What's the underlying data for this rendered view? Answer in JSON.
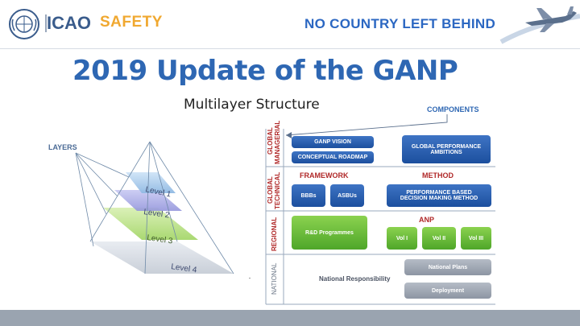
{
  "header": {
    "org": "ICAO",
    "program": "SAFETY",
    "slogan": "NO COUNTRY LEFT BEHIND"
  },
  "slide": {
    "title": "2019 Update of the GANP",
    "subtitle": "Multilayer Structure"
  },
  "pyramid": {
    "layers_label": "LAYERS",
    "levels": [
      "Level 1",
      "Level 2",
      "Level 3",
      "Level 4"
    ]
  },
  "rows": {
    "global_managerial": [
      "GLOBAL",
      "MANAGERIAL"
    ],
    "global_technical": [
      "GLOBAL",
      "TECHNICAL"
    ],
    "regional": "REGIONAL",
    "national": "NATIONAL"
  },
  "components": {
    "heading": "COMPONENTS",
    "ganp_vision": "GANP VISION",
    "conceptual_roadmap": "CONCEPTUAL ROADMAP",
    "global_performance_ambitions": [
      "GLOBAL PERFORMANCE",
      "AMBITIONS"
    ],
    "framework": "FRAMEWORK",
    "method": "METHOD",
    "bbbs": "BBBs",
    "asbus": "ASBUs",
    "performance_method": [
      "PERFORMANCE BASED",
      "DECISION MAKING METHOD"
    ],
    "anp": "ANP",
    "rd_programmes": "R&D Programmes",
    "vol1": "Vol I",
    "vol2": "Vol II",
    "vol3": "Vol III",
    "national_plans": "National Plans",
    "national_responsibility": "National Responsibility",
    "deployment": "Deployment"
  },
  "colors": {
    "title_blue": "#2e67b3",
    "dark_box": "#1c4f9e",
    "green_box": "#4ea629",
    "grey_box": "#8d95a3",
    "safety_orange": "#f0a830"
  }
}
